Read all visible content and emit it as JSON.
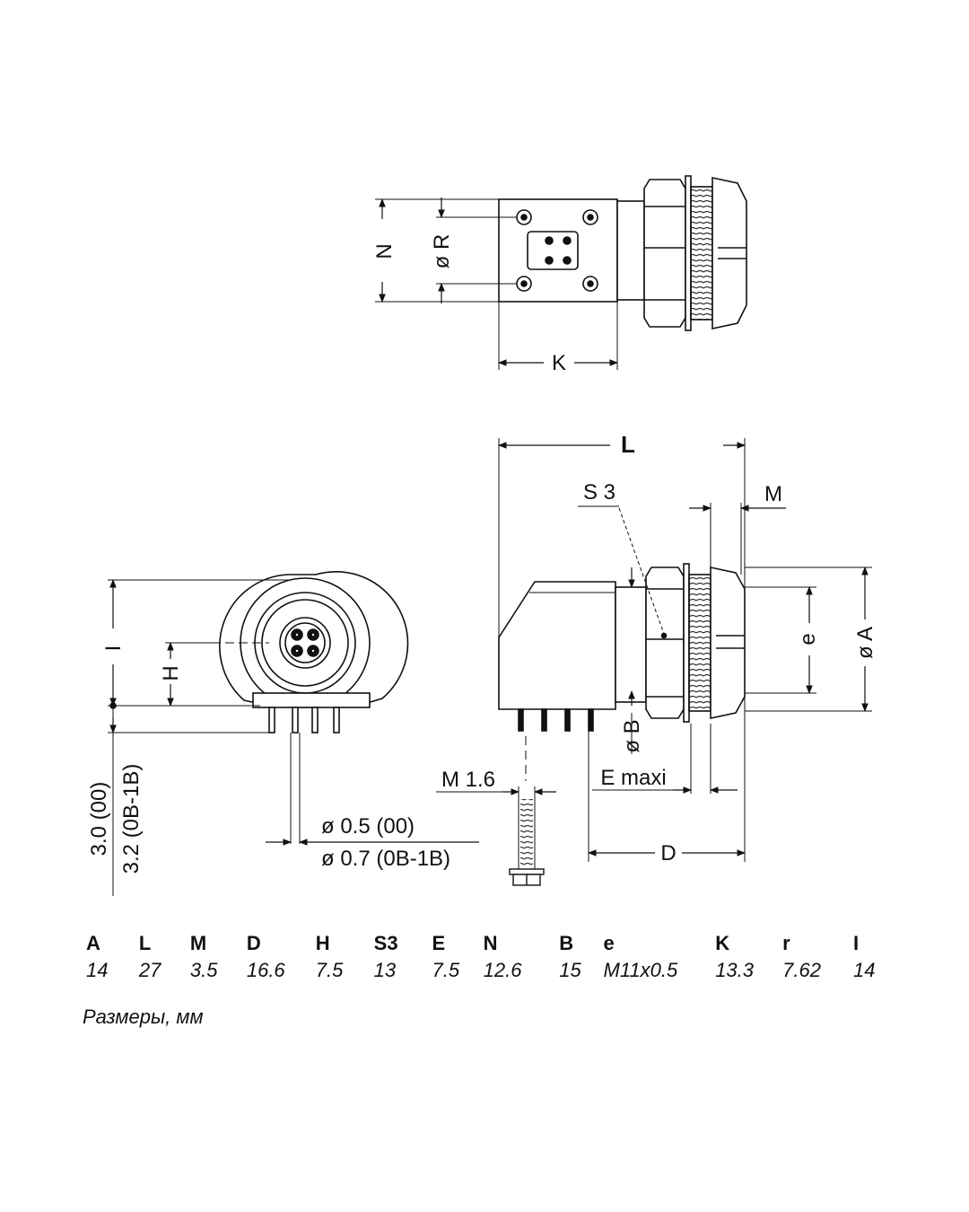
{
  "drawing": {
    "labels": {
      "N": "N",
      "R": "ø R",
      "K": "K",
      "L": "L",
      "S3": "S 3",
      "M": "M",
      "A": "ø A",
      "e": "e",
      "B": "ø B",
      "E_maxi": "E maxi",
      "D": "D",
      "M16": "M 1.6",
      "I": "I",
      "H": "H",
      "pin_dia_00": "ø 0.5 (00)",
      "pin_dia_0B1B": "ø 0.7 (0B-1B)",
      "pin_len_00": "3.0 (00)",
      "pin_len_0B1B": "3.2 (0B-1B)"
    }
  },
  "dimensions": {
    "headers": [
      "A",
      "L",
      "M",
      "D",
      "H",
      "S3",
      "E",
      "N",
      "B",
      "e",
      "K",
      "r",
      "I"
    ],
    "values": [
      "14",
      "27",
      "3.5",
      "16.6",
      "7.5",
      "13",
      "7.5",
      "12.6",
      "15",
      "M11x0.5",
      "13.3",
      "7.62",
      "14"
    ]
  },
  "note": "Размеры, мм"
}
